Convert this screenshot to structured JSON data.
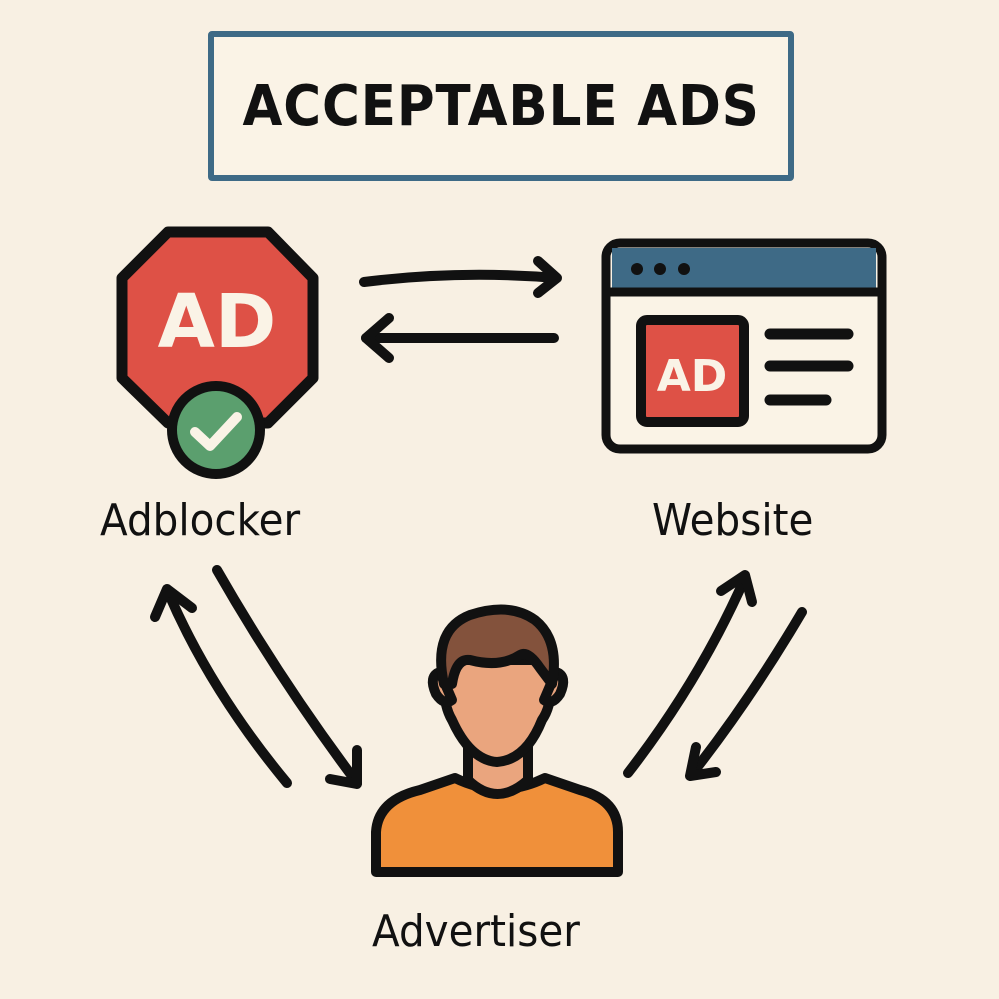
{
  "title": "ACCEPTABLE ADS",
  "nodes": {
    "adblocker": {
      "label": "Adblocker",
      "icon": "stop-sign-ad-icon",
      "badge": "AD",
      "status": "check-icon"
    },
    "website": {
      "label": "Website",
      "icon": "browser-window-icon",
      "badge": "AD"
    },
    "advertiser": {
      "label": "Advertiser",
      "icon": "person-icon"
    }
  },
  "edges": [
    {
      "from": "adblocker",
      "to": "website"
    },
    {
      "from": "website",
      "to": "adblocker"
    },
    {
      "from": "adblocker",
      "to": "advertiser"
    },
    {
      "from": "advertiser",
      "to": "adblocker"
    },
    {
      "from": "advertiser",
      "to": "website"
    },
    {
      "from": "website",
      "to": "advertiser"
    }
  ],
  "colors": {
    "background": "#f8f0e3",
    "title_border": "#3e6a86",
    "ad_red": "#de5146",
    "check_green": "#5b9f6e",
    "browser_bar": "#3e6a86",
    "hair": "#83523c",
    "skin": "#eaa57e",
    "shirt": "#f0903a"
  }
}
